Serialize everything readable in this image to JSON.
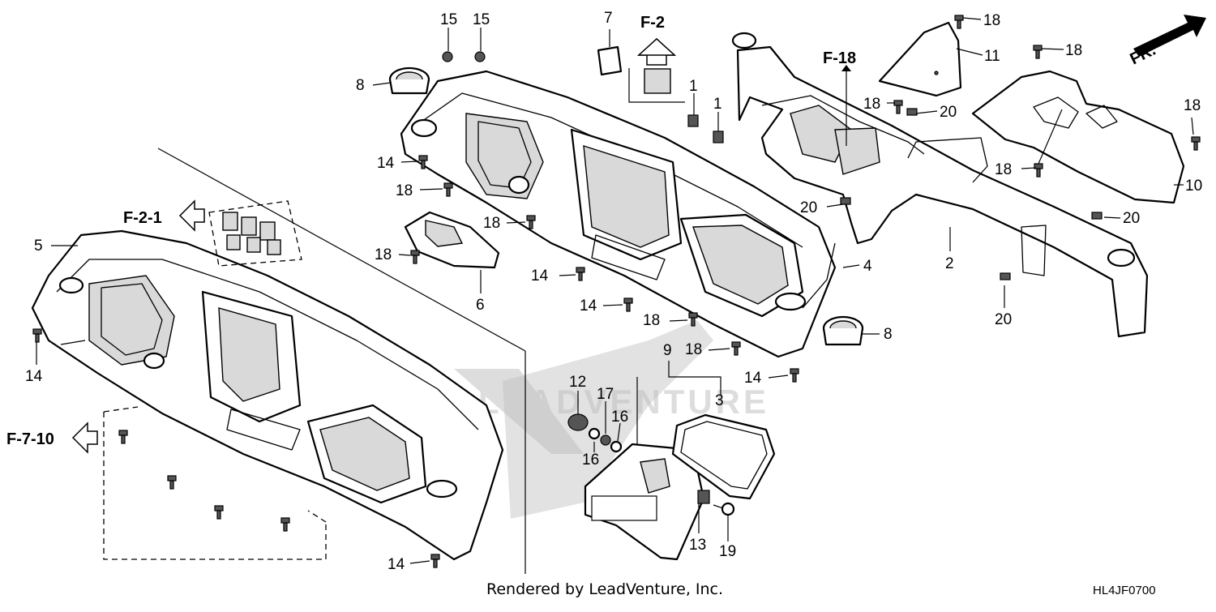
{
  "credit": "Rendered by LeadVenture, Inc.",
  "diagram_code": "HL4JF0700",
  "watermark": "LEADVENTURE",
  "direction_label": "FR.",
  "refs": {
    "f2": "F-2",
    "f21": "F-2-1",
    "f18": "F-18",
    "f710": "F-7-10"
  },
  "callouts": {
    "c15a": "15",
    "c15b": "15",
    "c7": "7",
    "c8a": "8",
    "c1a": "1",
    "c1b": "1",
    "c14a": "14",
    "c18a": "18",
    "c18b": "18",
    "c18c": "18",
    "c6": "6",
    "c5": "5",
    "c14b": "14",
    "c14c": "14",
    "c14d": "14",
    "c18d": "18",
    "c9": "9",
    "c18e": "18",
    "c4": "4",
    "c8b": "8",
    "c14e": "14",
    "c12": "12",
    "c17": "17",
    "c16a": "16",
    "c16b": "16",
    "c3": "3",
    "c13": "13",
    "c19": "19",
    "c14f": "14",
    "c18f": "18",
    "c11": "11",
    "c18g": "18",
    "c18h": "18",
    "c20a": "20",
    "c18i": "18",
    "c18j": "18",
    "c10": "10",
    "c20b": "20",
    "c2": "2",
    "c20c": "20",
    "c20d": "20"
  }
}
